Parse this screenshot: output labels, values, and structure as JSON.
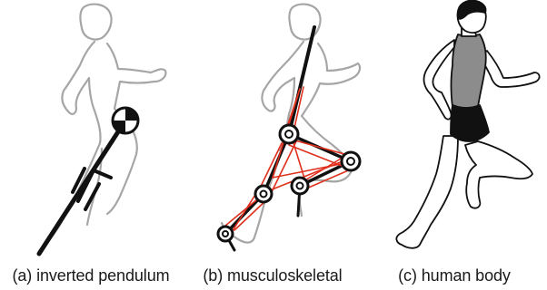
{
  "captions": {
    "a": "(a) inverted pendulum",
    "b": "(b) musculoskeletal",
    "c": "(c) human body"
  },
  "colors": {
    "outline": "#a6a6a6",
    "skeleton": "#111111",
    "muscle": "#e0301e",
    "shirt": "#8c8c8c",
    "shorts": "#111111",
    "skin": "#ffffff"
  },
  "icons": {
    "com": "center-of-mass-icon",
    "joint": "joint-marker-icon"
  }
}
